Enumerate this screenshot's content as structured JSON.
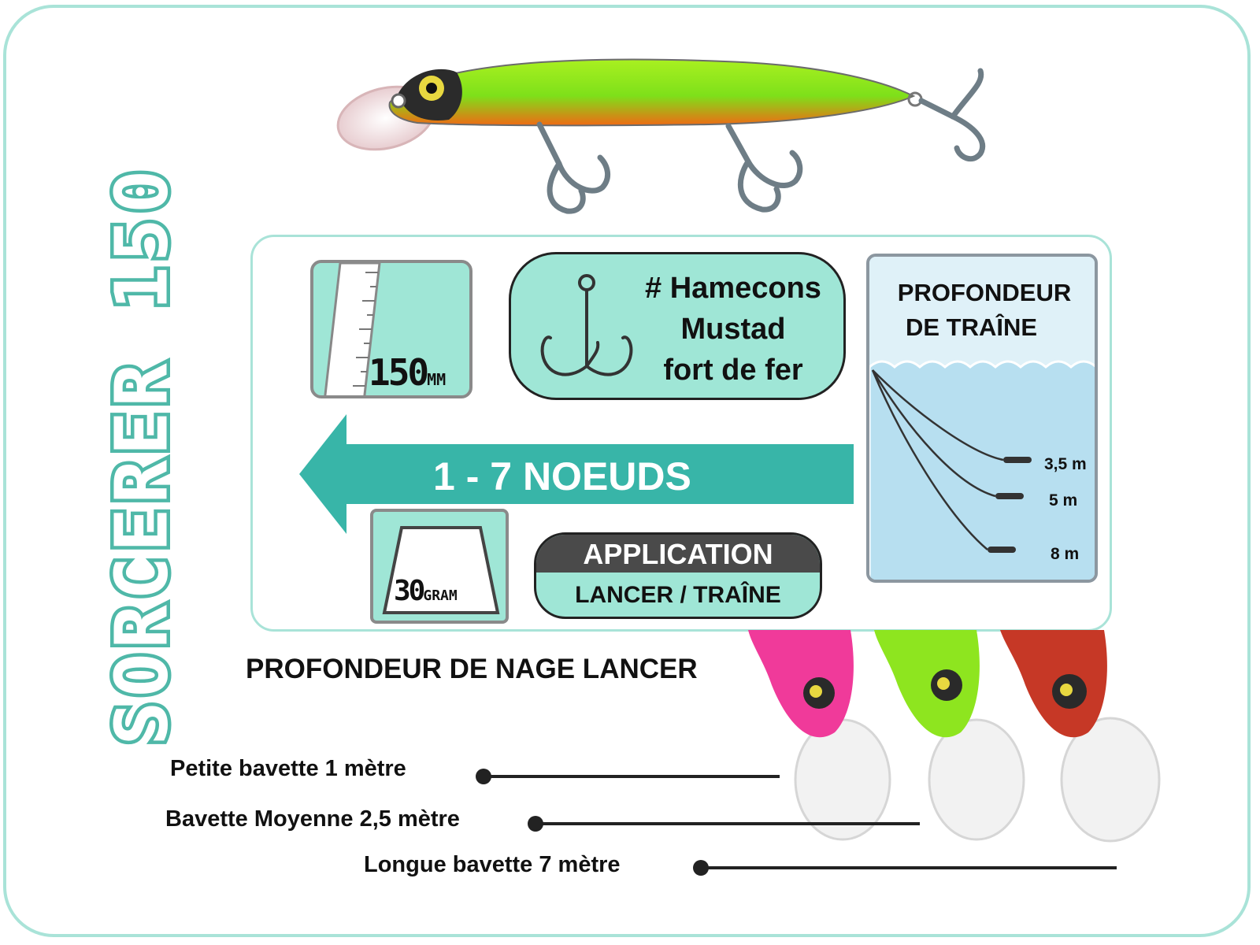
{
  "title": "SORCERER 150",
  "length": {
    "value": "150",
    "unit": "MM"
  },
  "hooks": {
    "line1": "# Hamecons",
    "line2": "Mustad",
    "line3": "fort de fer"
  },
  "trolling_depth": {
    "title_line1": "PROFONDEUR",
    "title_line2": "DE TRAÎNE",
    "depths": [
      "3,5 m",
      "5 m",
      "8 m"
    ]
  },
  "speed": "1 - 7 NOEUDS",
  "weight": {
    "value": "30",
    "unit": "GRAM"
  },
  "application": {
    "label": "APPLICATION",
    "value": "LANCER / TRAÎNE"
  },
  "casting_depth": {
    "title": "PROFONDEUR DE NAGE LANCER",
    "items": [
      "Petite bavette 1 mètre",
      "Bavette Moyenne 2,5 mètre",
      "Longue bavette 7 mètre"
    ]
  },
  "colors": {
    "accent": "#4fb8a8",
    "panel_fill": "#9fe6d6",
    "water": "#b7dff0",
    "lure_top": "#7ee01a",
    "lure_pink": "#f03a9a",
    "lure_green": "#8ee51f",
    "lure_red": "#c63826"
  }
}
